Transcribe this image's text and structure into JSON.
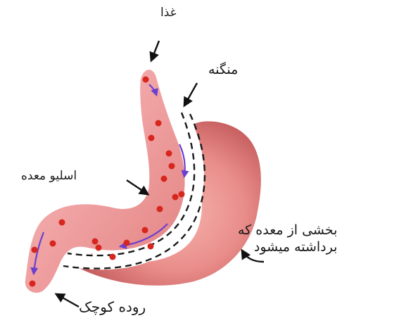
{
  "labels": {
    "food": "غذا",
    "clip": "منگنه",
    "sleeve": "اسلیو معده",
    "removed_line1": "بخشی از معده که",
    "removed_line2": "برداشته میشود",
    "small_intestine": "روده کوچک"
  },
  "colors": {
    "stomach": "#e98d8a",
    "stomach_shade": "#d66f6e",
    "stomach_highlight": "#f6c5bf",
    "sleeve": "#ef9fa0",
    "food_particle": "#d7261e",
    "flow_arrow": "#6a3fd0",
    "dashed_line": "#1a1a1a",
    "pointer": "#111111"
  }
}
